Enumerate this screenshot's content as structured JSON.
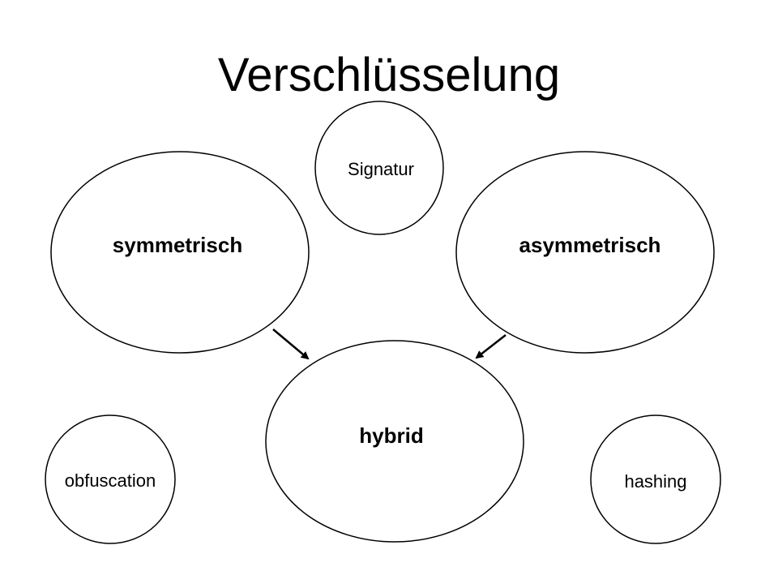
{
  "title": "Verschlüsselung",
  "nodes": {
    "signatur": "Signatur",
    "symmetrisch": "symmetrisch",
    "asymmetrisch": "asymmetrisch",
    "hybrid": "hybrid",
    "obfuscation": "obfuscation",
    "hashing": "hashing"
  },
  "edges": [
    {
      "from": "symmetrisch",
      "to": "hybrid"
    },
    {
      "from": "asymmetrisch",
      "to": "hybrid"
    }
  ],
  "colors": {
    "stroke": "#000000",
    "background": "#ffffff"
  }
}
